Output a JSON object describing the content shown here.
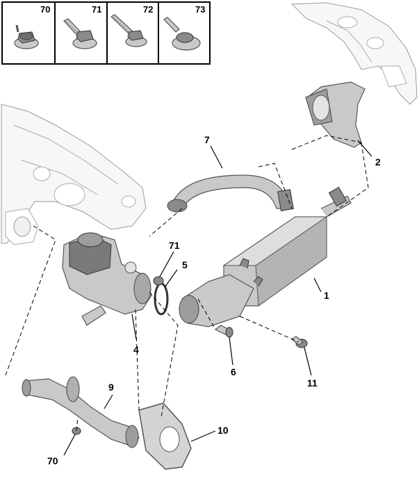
{
  "fastener_table": {
    "cells": [
      {
        "ref": "70",
        "icon": "flange-nut-icon"
      },
      {
        "ref": "71",
        "icon": "flange-bolt-icon"
      },
      {
        "ref": "72",
        "icon": "long-flange-bolt-icon"
      },
      {
        "ref": "73",
        "icon": "screw-with-washer-icon"
      }
    ]
  },
  "callouts": {
    "c1": "1",
    "c2": "2",
    "c4": "4",
    "c5": "5",
    "c6": "6",
    "c7": "7",
    "c9": "9",
    "c10": "10",
    "c11": "11",
    "c70": "70",
    "c71": "71"
  },
  "colors": {
    "line": "#000000",
    "part_fill": "#c9c9c9",
    "ghost_fill": "#f7f7f7"
  }
}
